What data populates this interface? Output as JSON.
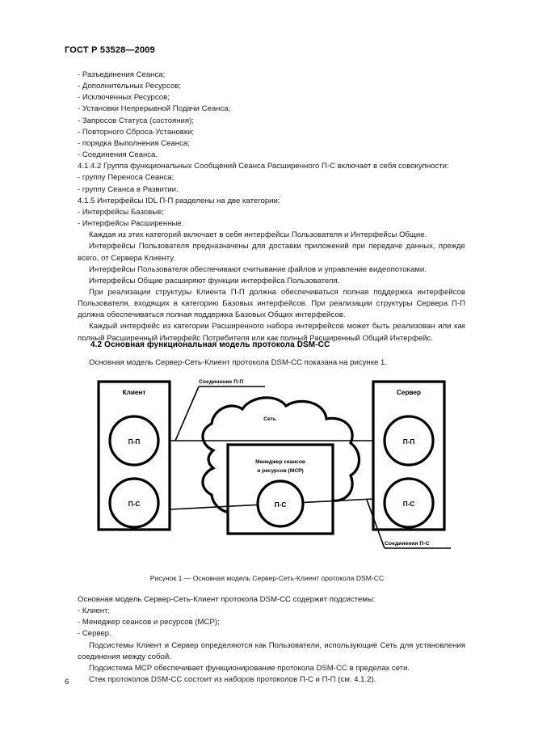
{
  "document": {
    "header": "ГОСТ Р 53528—2009",
    "page_number": "6"
  },
  "body_top": {
    "lines": [
      "- Разъединения Сеанса;",
      "- Дополнительных Ресурсов;",
      "- Исключенных Ресурсов;",
      "- Установки Непрерывной Подачи Сеанса;",
      "- Запросов Статуса (состояния);",
      "- Повторного Сброса-Установки;",
      "- порядка Выполнения Сеанса;",
      "- Соединения Сеанса.",
      "4.1.4.2 Группа функциональных Сообщений Сеанса Расширенного П-С включает в себя совокупности:",
      "- группу Переноса Сеанса;",
      "- группу Сеанса в Развитии.",
      "4.1.5 Интерфейсы IDL П-П разделены на две категории:",
      "- Интерфейсы Базовые;",
      "- Интерфейсы Расширенные."
    ],
    "paragraphs": [
      "Каждая из этих категорий включает в себя интерфейсы Пользователя и Интерфейсы Общие.",
      "Интерфейсы Пользователя предназначены для доставки приложений при передаче данных, прежде всего, от Сервера Клиенту.",
      "Интерфейсы Пользователя обеспечивают считывание файлов и управление видеопотоками.",
      "Интерфейсы Общие расширяют функции интерфейса Пользователя.",
      "При реализации структуры Клиента П-П должна обеспечиваться полная поддержка интерфейсов Пользователя, входящих в категорию Базовых интерфейсов. При реализации структуры Сервера П-П должна обеспечиваться полная поддержка Базовых Общих интерфейсов.",
      "Каждый интерфейс из категории Расширенного набора интерфейсов может быть реализован или как полный Расширенный Интерфейс Потребителя или как полный Расширенный Общий Интерфейс."
    ]
  },
  "section": {
    "heading": "4.2 Основная функциональная модель протокола DSM-CC",
    "intro": "Основная модель Сервер-Сеть-Клиент протокола DSM-CC показана на рисунке 1."
  },
  "figure": {
    "caption": "Рисунок 1 — Основная модель Сервер-Сеть-Клиент протокола DSM-CC",
    "client_box_label": "Клиент",
    "server_box_label": "Сервер",
    "client_node_top": "П-П",
    "client_node_bottom": "П-С",
    "server_node_top": "П-П",
    "server_node_bottom": "П-С",
    "cloud_label": "Сеть",
    "mcp_box_line1": "Менеджер сеансов",
    "mcp_box_line2": "и ресурсов (МСР)",
    "mcp_node": "П-С",
    "connection_pp_label": "Соединение П-П",
    "connection_pc_label": "Соединения П-С"
  },
  "body_bottom": {
    "lines": [
      "Основная модель Сервер-Сеть-Клиент протокола DSM-CC содержит подсистемы:",
      "- Клиент;",
      "- Менеджер сеансов и ресурсов (МСР);",
      "- Сервер."
    ],
    "paragraphs": [
      "Подсистемы Клиент и Сервер определяются как Пользователи, использующие Сеть для установления соединения между собой.",
      "Подсистема МСР обеспечивает функционирование протокола DSM-CC в пределах сети.",
      "Стек протоколов DSM-CC состоит из наборов протоколов П-С и П-П (см. 4.1.2)."
    ]
  }
}
